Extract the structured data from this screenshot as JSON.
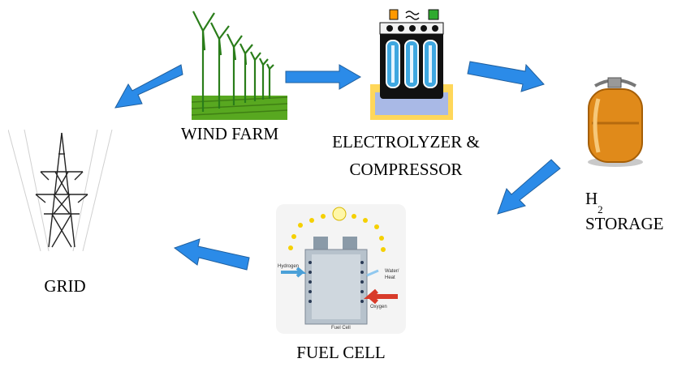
{
  "diagram": {
    "nodes": {
      "wind_farm": {
        "label": "WIND FARM",
        "icon": "wind-turbines-icon"
      },
      "electrolyzer": {
        "label_line1": "ELECTROLYZER &",
        "label_line2": "COMPRESSOR",
        "icon": "electrolyzer-icon"
      },
      "storage": {
        "label_main": "H",
        "label_sub": "2",
        "label_line2": "STORAGE",
        "icon": "gas-cylinder-icon"
      },
      "fuel_cell": {
        "label": "FUEL CELL",
        "icon": "fuel-cell-icon",
        "inner_labels": {
          "hydrogen": "Hydrogen",
          "oxygen": "Oxygen",
          "water_heat_1": "Water/",
          "water_heat_2": "Heat",
          "caption": "Fuel Cell"
        }
      },
      "grid": {
        "label": "GRID",
        "icon": "power-pylon-icon"
      }
    },
    "edges": [
      {
        "from": "wind_farm",
        "to": "electrolyzer"
      },
      {
        "from": "electrolyzer",
        "to": "storage"
      },
      {
        "from": "storage",
        "to": "fuel_cell"
      },
      {
        "from": "fuel_cell",
        "to": "grid"
      },
      {
        "from": "wind_farm",
        "to": "grid"
      }
    ],
    "colors": {
      "arrow": "#2b8be8",
      "arrow_stroke": "#1f5f9e"
    }
  }
}
